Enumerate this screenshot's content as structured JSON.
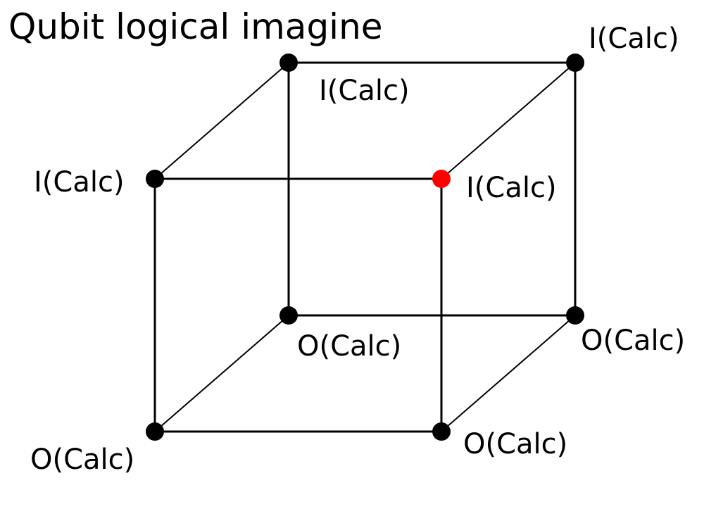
{
  "title": "Qubit logical imagine",
  "colors": {
    "line": "#000000",
    "vertex": "#000000",
    "highlight": "#ff0000",
    "background": "#ffffff"
  },
  "vertices": [
    {
      "id": "back-top-left",
      "label": "I(Calc)",
      "highlighted": false
    },
    {
      "id": "back-top-right",
      "label": "I(Calc)",
      "highlighted": false
    },
    {
      "id": "front-top-left",
      "label": "I(Calc)",
      "highlighted": false
    },
    {
      "id": "front-top-right",
      "label": "I(Calc)",
      "highlighted": true
    },
    {
      "id": "back-bottom-left",
      "label": "O(Calc)",
      "highlighted": false
    },
    {
      "id": "back-bottom-right",
      "label": "O(Calc)",
      "highlighted": false
    },
    {
      "id": "front-bottom-left",
      "label": "O(Calc)",
      "highlighted": false
    },
    {
      "id": "front-bottom-right",
      "label": "O(Calc)",
      "highlighted": false
    }
  ]
}
